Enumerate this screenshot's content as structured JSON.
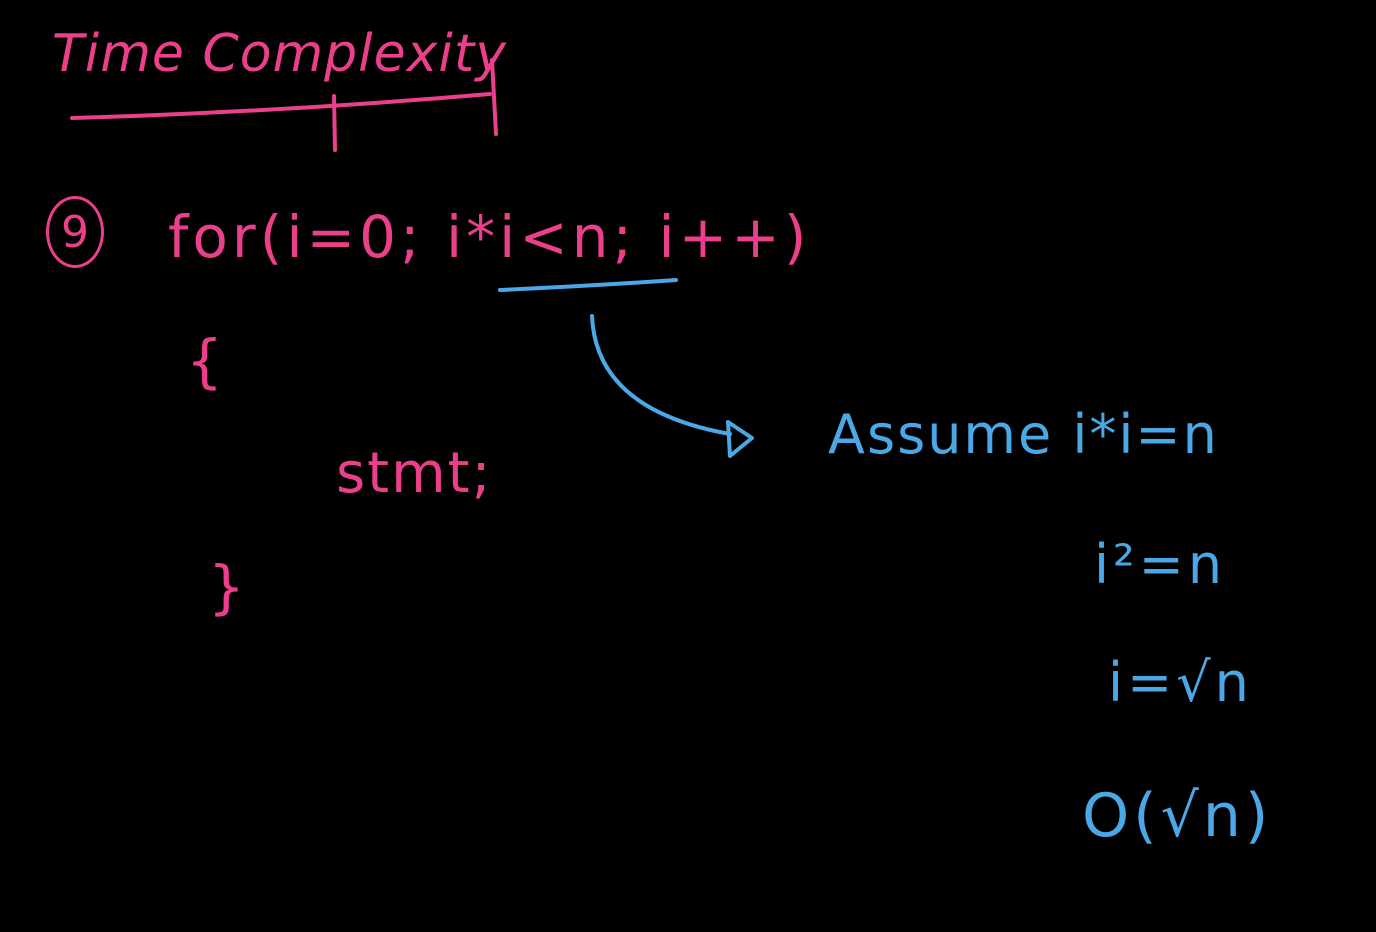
{
  "note": {
    "title": "Time Complexity",
    "problem_number": "9",
    "code": {
      "loop_header": "for(i=0; i*i<n; i++)",
      "open_brace": "{",
      "statement": "stmt;",
      "close_brace": "}"
    },
    "derivation": {
      "assumption": "Assume i*i=n",
      "step_square": "i²=n",
      "step_root": "i=√n",
      "result": "O(√n)"
    }
  },
  "colors": {
    "background": "#000000",
    "pink_ink": "#ec3f8b",
    "blue_ink": "#4aa8e6"
  },
  "icons": {
    "arrow": "curved-arrow-icon"
  }
}
